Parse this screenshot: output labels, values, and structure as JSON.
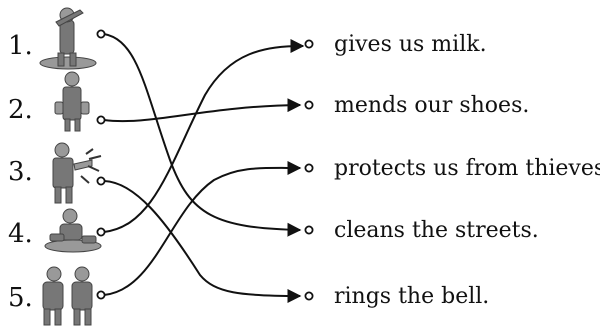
{
  "items": [
    {
      "number": "1.",
      "icon": "street-cleaner-illustration"
    },
    {
      "number": "2.",
      "icon": "milkman-illustration"
    },
    {
      "number": "3.",
      "icon": "watchman-illustration"
    },
    {
      "number": "4.",
      "icon": "cobbler-illustration"
    },
    {
      "number": "5.",
      "icon": "postman-illustration"
    }
  ],
  "answers": [
    "gives us milk.",
    "mends our shoes.",
    "protects us from thieves",
    "cleans the streets.",
    "rings the bell."
  ]
}
